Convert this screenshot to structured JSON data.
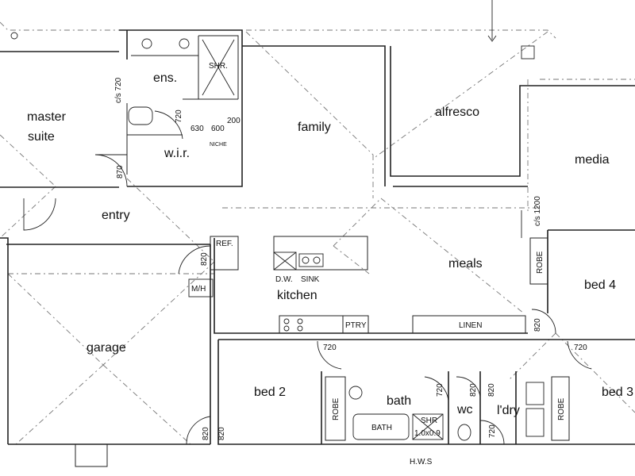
{
  "rooms": {
    "master_suite_line1": "master",
    "master_suite_line2": "suite",
    "ensuite": "ens.",
    "family": "family",
    "alfresco": "alfresco",
    "media": "media",
    "wir": "w.i.r.",
    "entry": "entry",
    "garage": "garage",
    "kitchen": "kitchen",
    "meals": "meals",
    "bed4": "bed 4",
    "bed2": "bed 2",
    "bath": "bath",
    "wc": "wc",
    "laundry": "l'dry",
    "bed3": "bed 3"
  },
  "fixtures": {
    "shower_top": "SHR.",
    "niche": "NICHE",
    "fridge": "REF.",
    "dishwasher": "D.W.",
    "sink": "SINK",
    "microwave": "M/H",
    "pantry": "PTRY",
    "linen": "LINEN",
    "robe_bed4": "ROBE",
    "robe_bed2": "ROBE",
    "robe_bed3": "ROBE",
    "bath_tub": "BATH",
    "shower_bath_line1": "SHR",
    "shower_bath_line2": "1.0x0.9",
    "hot_water": "H.W.S"
  },
  "dimensions": {
    "ens_door_cs": "c/s 720",
    "ens_wc_door": "720",
    "wir_630": "630",
    "wir_600": "600",
    "wir_200": "200",
    "master_door": "870",
    "entry_door": "820",
    "meals_cs": "c/s 1200",
    "bed4_door": "820",
    "bed4_720": "720",
    "bed2_720": "720",
    "bath_door": "720",
    "wc_door": "820",
    "ldry_door": "820",
    "bed3_720": "720",
    "garage_door": "820",
    "bed2_door": "820"
  }
}
